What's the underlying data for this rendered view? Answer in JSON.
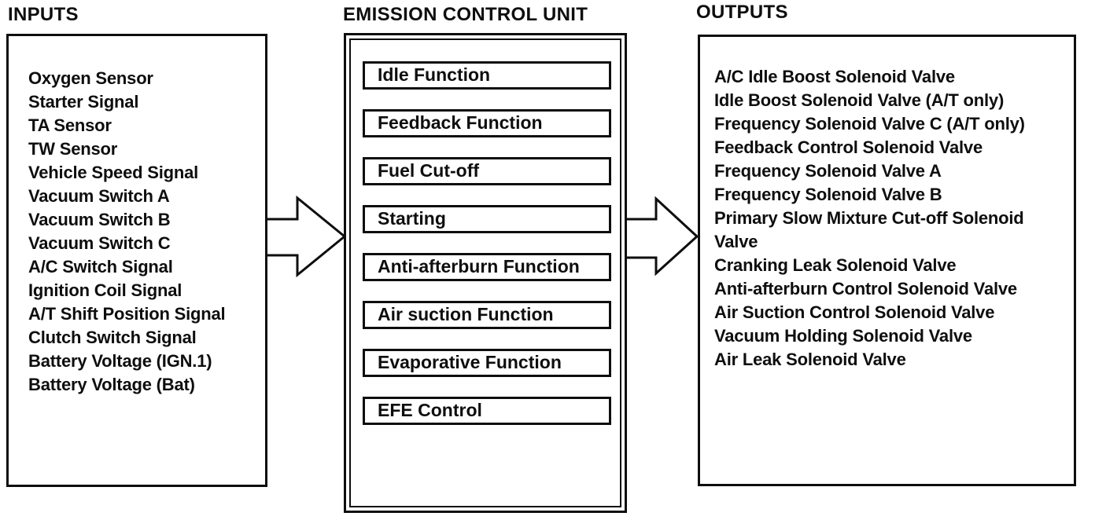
{
  "inputs": {
    "label": "INPUTS",
    "items": [
      "Oxygen Sensor",
      "Starter Signal",
      "TA Sensor",
      "TW Sensor",
      "Vehicle Speed Signal",
      "Vacuum Switch A",
      "Vacuum Switch B",
      "Vacuum Switch C",
      "A/C Switch Signal",
      "Ignition Coil Signal",
      "A/T Shift Position Signal",
      "Clutch Switch Signal",
      "Battery Voltage (IGN.1)",
      "Battery Voltage (Bat)"
    ]
  },
  "ecu": {
    "label": "EMISSION CONTROL UNIT",
    "functions": [
      "Idle Function",
      "Feedback Function",
      "Fuel Cut-off",
      "Starting",
      "Anti-afterburn Function",
      "Air suction Function",
      "Evaporative Function",
      "EFE Control"
    ]
  },
  "outputs": {
    "label": "OUTPUTS",
    "items": [
      "A/C Idle Boost Solenoid Valve",
      "Idle Boost Solenoid Valve (A/T only)",
      "Frequency Solenoid Valve C (A/T only)",
      "Feedback Control Solenoid Valve",
      "Frequency Solenoid Valve A",
      "Frequency Solenoid Valve B",
      "Primary Slow Mixture Cut-off Solenoid Valve",
      "Cranking Leak Solenoid Valve",
      "Anti-afterburn Control Solenoid Valve",
      "Air Suction Control Solenoid Valve",
      "Vacuum Holding Solenoid Valve",
      "Air Leak Solenoid Valve"
    ]
  },
  "colors": {
    "ink": "#0e0e0e",
    "paper": "#ffffff"
  }
}
